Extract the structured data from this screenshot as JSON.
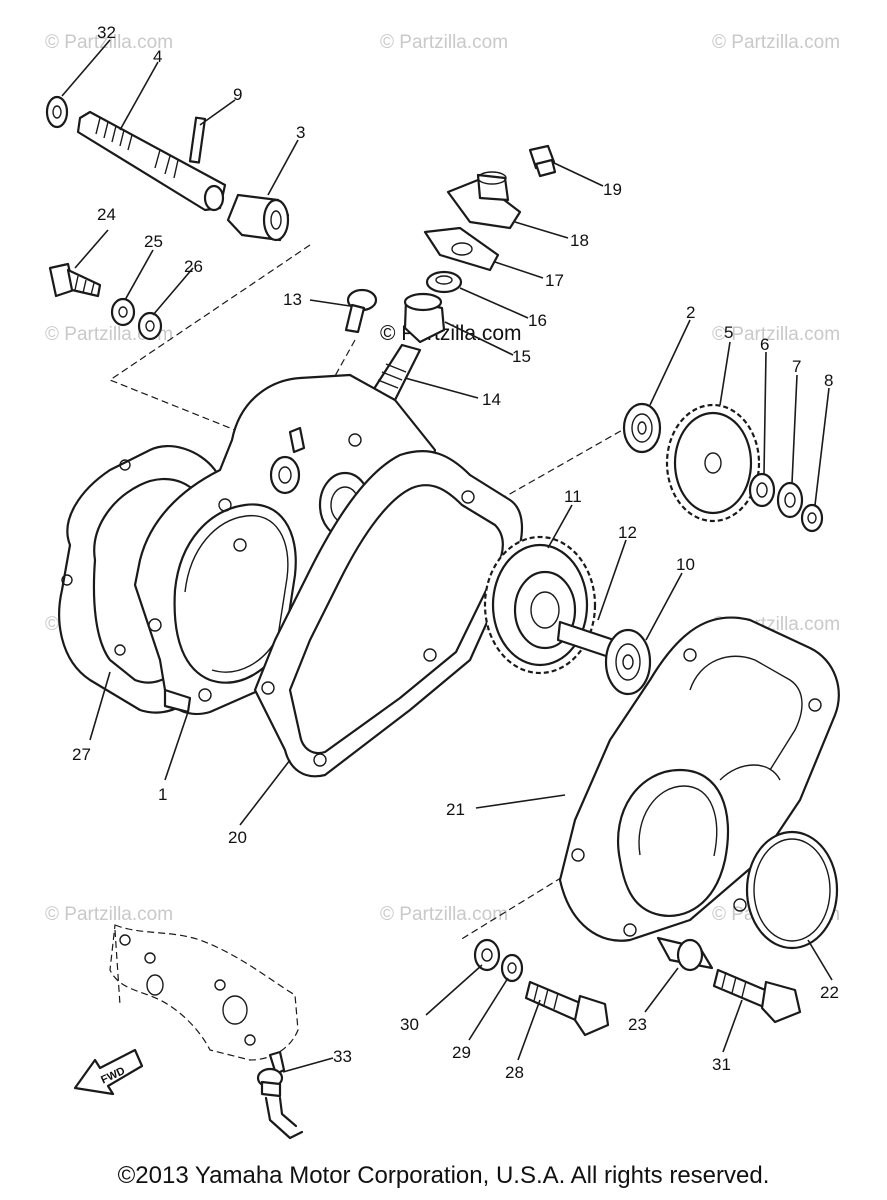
{
  "watermark": {
    "text": "© Partzilla.com"
  },
  "part_callouts": [
    "32",
    "4",
    "9",
    "3",
    "24",
    "25",
    "26",
    "13",
    "19",
    "18",
    "17",
    "16",
    "15",
    "14",
    "2",
    "5",
    "6",
    "7",
    "8",
    "11",
    "12",
    "10",
    "27",
    "1",
    "20",
    "21",
    "22",
    "23",
    "31",
    "30",
    "29",
    "28",
    "33"
  ],
  "fwd_label": "FWD",
  "copyright": "©2013 Yamaha Motor Corporation, U.S.A. All rights reserved."
}
